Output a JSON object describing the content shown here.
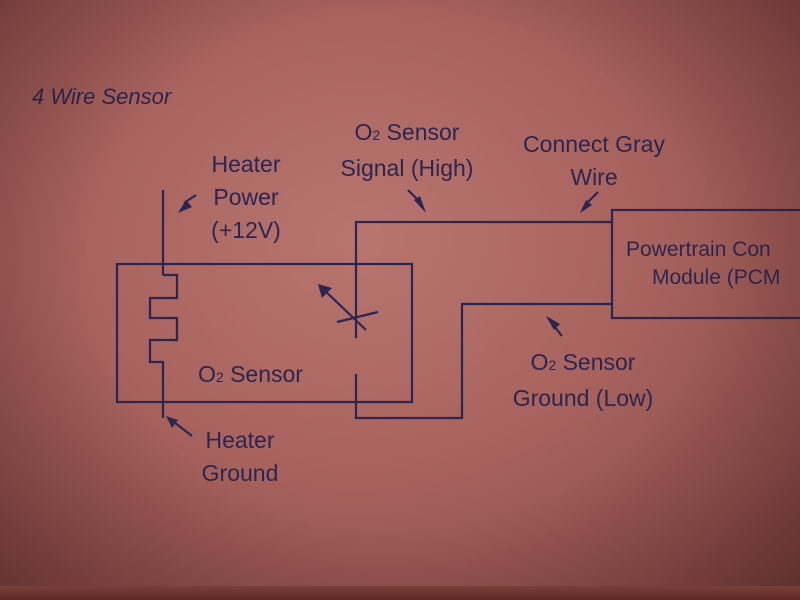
{
  "title": "4 Wire Sensor",
  "labels": {
    "heater_power": [
      "Heater",
      "Power",
      "(+12V)"
    ],
    "o2_signal": [
      "O",
      "2",
      " Sensor",
      "Signal (High)"
    ],
    "connect_gray": [
      "Connect Gray",
      "Wire"
    ],
    "pcm": [
      "Powertrain Con",
      "Module (PCM"
    ],
    "o2_sensor_box": [
      "O",
      "2",
      " Sensor"
    ],
    "o2_ground": [
      "O",
      "2",
      " Sensor",
      "Ground (Low)"
    ],
    "heater_ground": [
      "Heater",
      "Ground"
    ]
  },
  "colors": {
    "paper": "#a8635e",
    "ink": "#2c2550"
  }
}
